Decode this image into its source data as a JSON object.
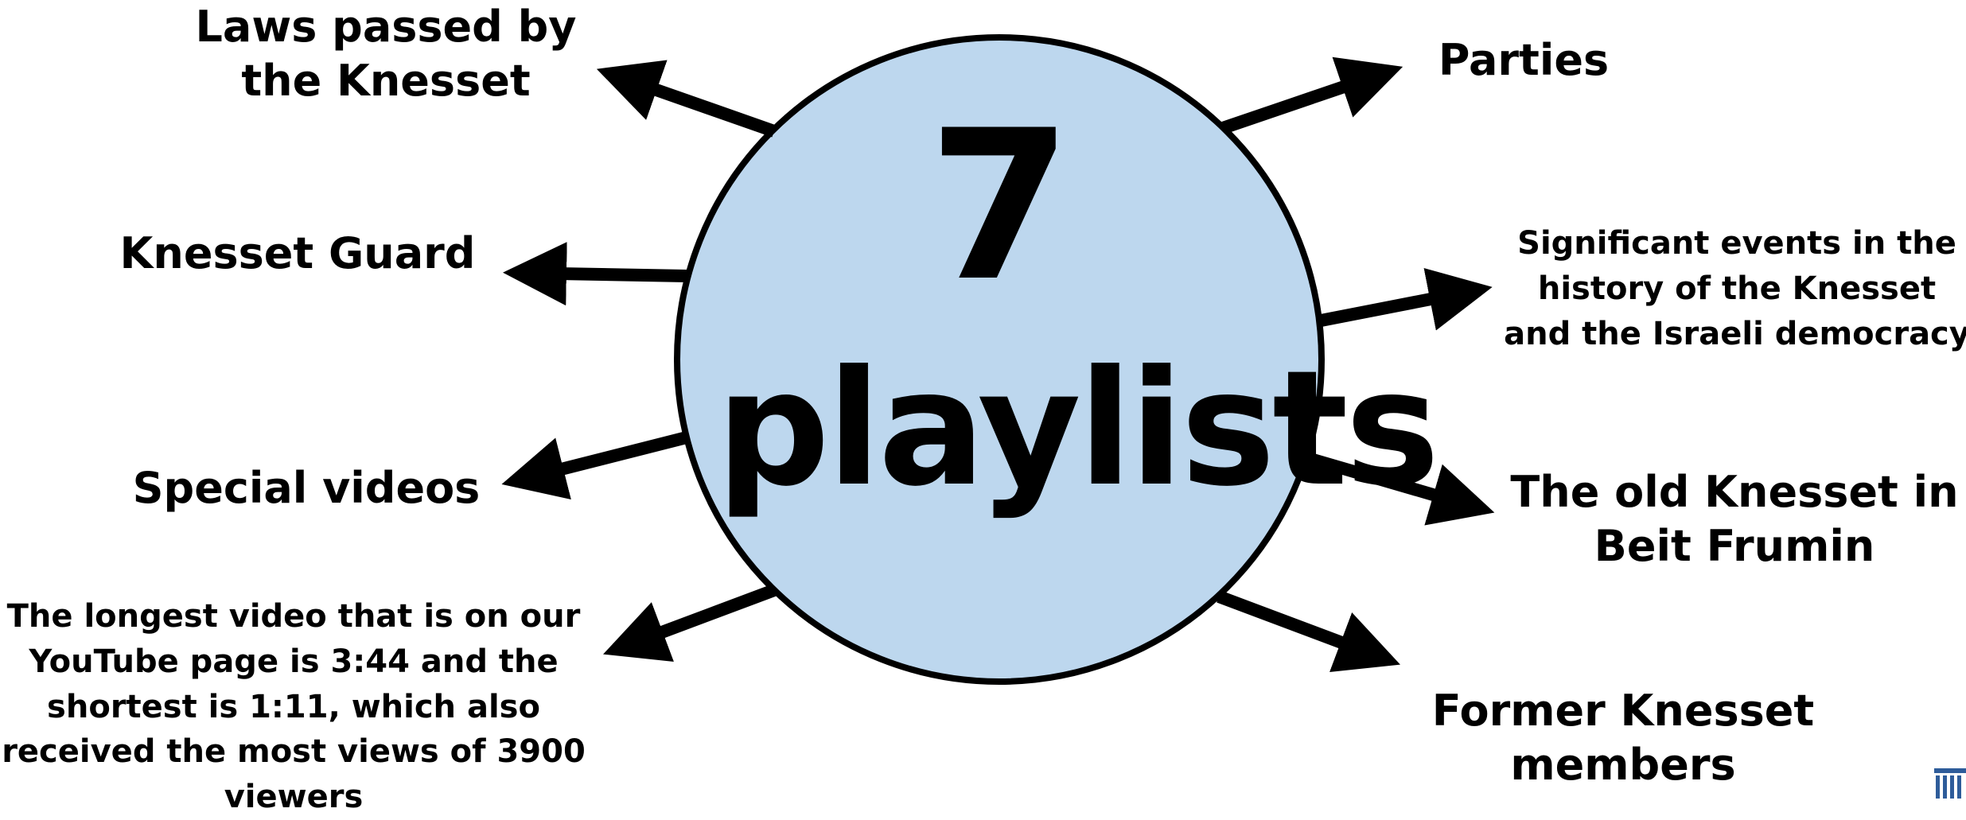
{
  "center": {
    "number": "7",
    "word": "playlists",
    "fill_color": "#BDD7EE",
    "stroke_color": "#000000"
  },
  "topics": {
    "laws": "Laws passed by the Knesset",
    "guard": "Knesset Guard",
    "special": "Special videos",
    "parties": "Parties",
    "events": "Significant events in the history of the Knesset and the Israeli democracy",
    "old_knesset": "The old Knesset in Beit Frumin",
    "former_members": "Former Knesset members"
  },
  "fact": "The longest video that is on our YouTube page is 3:44 and the shortest is 1:11, which also received the most views of 3900 viewers",
  "logo": {
    "icon": "knesset-building-icon",
    "color": "#2E5C9A"
  }
}
